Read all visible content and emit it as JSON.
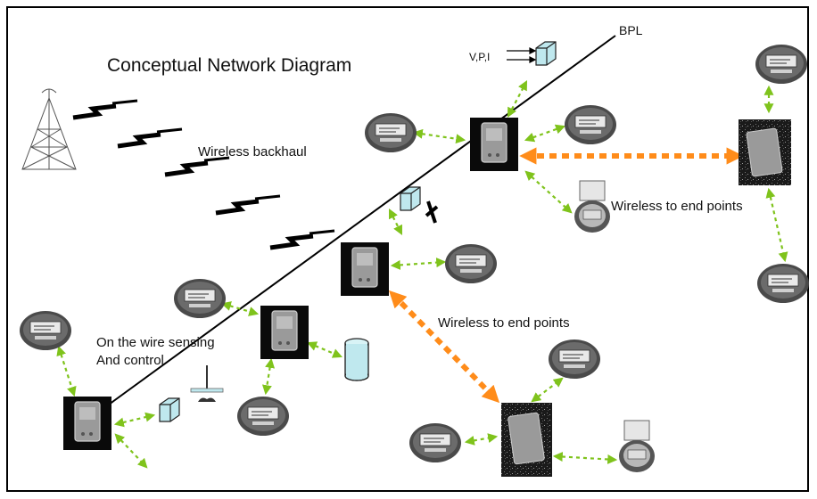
{
  "diagram": {
    "title": "Conceptual Network Diagram",
    "labels": {
      "bpl": "BPL",
      "vpi": "V,P,I",
      "wireless_backhaul": "Wireless backhaul",
      "wireless_end_points_right": "Wireless to end points",
      "wireless_end_points_center": "Wireless to end points",
      "on_wire_line1": "On the wire sensing",
      "on_wire_line2": "And control"
    },
    "colors": {
      "frame": "#000000",
      "bpl_line": "#000000",
      "green_link": "#7fc31c",
      "orange_link": "#ff8c1a",
      "sensor_cube": "#bfe8ee",
      "device_box": "#0a0a0a"
    },
    "icons": [
      "tower-icon",
      "zigzag-signal-icon",
      "bpl-node-icon",
      "smart-meter-icon",
      "sensor-cube-icon",
      "cylinder-storage-icon",
      "telephone-icon",
      "meter-pedestal-icon"
    ]
  }
}
